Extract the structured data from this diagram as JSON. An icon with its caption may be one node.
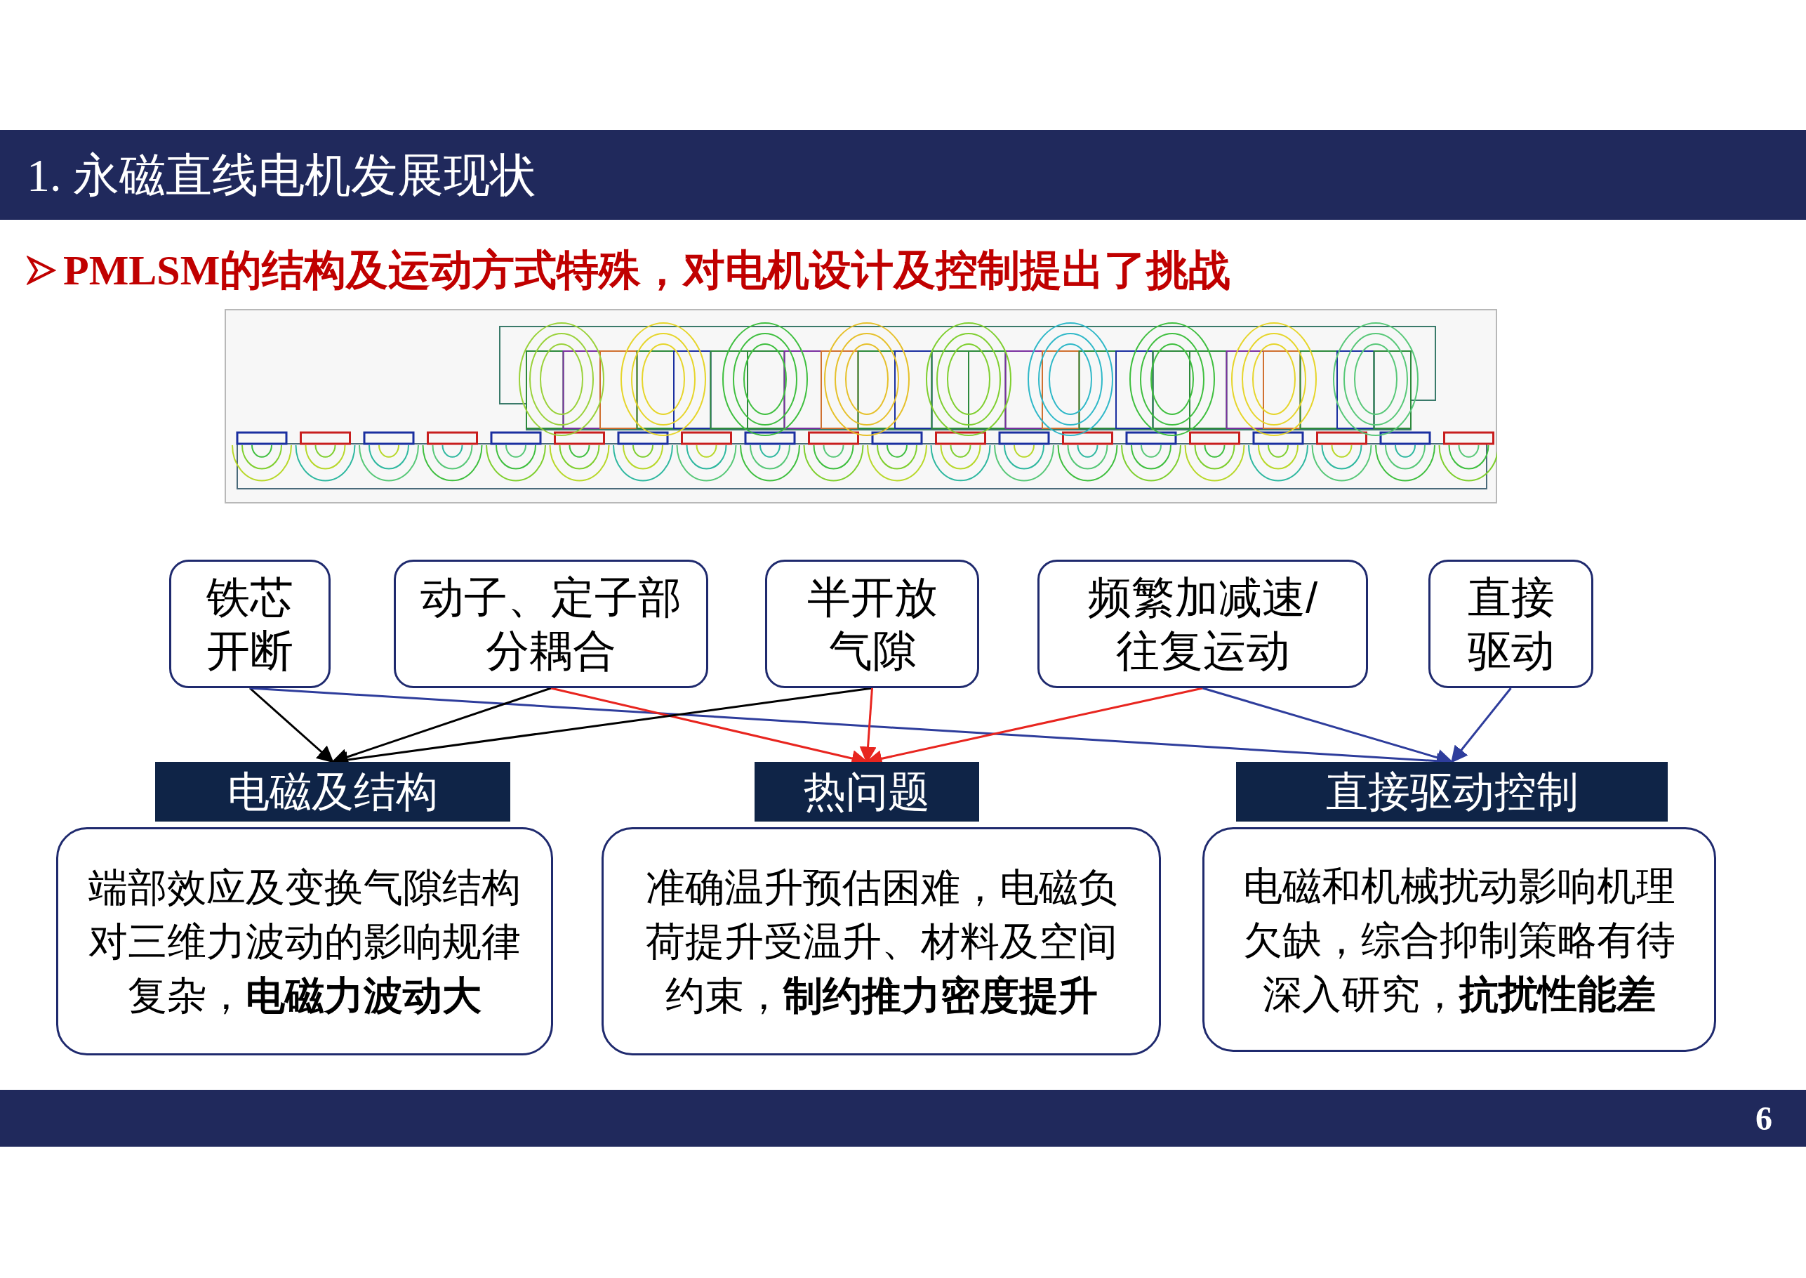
{
  "diagram": {
    "title": "1. 永磁直线电机发展现状",
    "nodes": [
      {
        "text": [
          "铁芯开断"
        ]
      },
      {
        "text": [
          "动子、定子部分耦合"
        ]
      },
      {
        "text": [
          "半开放气隙"
        ]
      },
      {
        "text": [
          "频繁加减速/往复运动"
        ]
      },
      {
        "text": [
          "直接驱动"
        ]
      },
      {
        "text": [
          "电磁及结构"
        ]
      },
      {
        "text": [
          "热问题"
        ]
      },
      {
        "text": [
          "直接驱动控制"
        ]
      },
      {
        "text": [
          "端部效应及变换气隙结构对三维力波动的影响规律复杂，**电磁力波动大**"
        ]
      },
      {
        "text": [
          "准确温升预估困难，电磁负荷提升受温升、材料及空间约束，**制约推力密度提升**"
        ]
      },
      {
        "text": [
          "电磁和机械扰动影响机理欠缺，综合抑制策略有待深入研究，**抗扰性能差**"
        ]
      }
    ],
    "edges": [
      {
        "from": 0,
        "to": 5,
        "arrow": "to"
      },
      {
        "from": 0,
        "to": 7,
        "arrow": "to",
        "color": "#2e3d9c"
      },
      {
        "from": 1,
        "to": 5,
        "arrow": "to"
      },
      {
        "from": 1,
        "to": 6,
        "arrow": "to",
        "color": "#e8251f"
      },
      {
        "from": 2,
        "to": 5,
        "arrow": "to"
      },
      {
        "from": 2,
        "to": 6,
        "arrow": "to",
        "color": "#e8251f"
      },
      {
        "from": 3,
        "to": 6,
        "arrow": "to",
        "color": "#e8251f"
      },
      {
        "from": 3,
        "to": 7,
        "arrow": "to",
        "color": "#2e3d9c"
      },
      {
        "from": 4,
        "to": 7,
        "arrow": "to",
        "color": "#2e3d9c"
      }
    ],
    "labels": [
      "PMLSM的结构及运动方式特殊，对电机设计及控制提出了挑战",
      "6"
    ]
  }
}
